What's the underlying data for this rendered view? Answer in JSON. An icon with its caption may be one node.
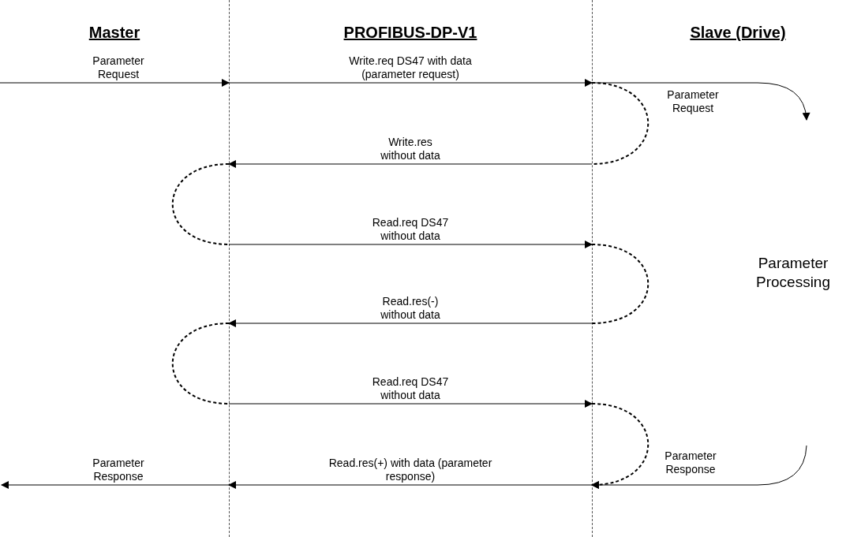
{
  "diagram": {
    "nodes": [
      {
        "text": [],
        "shape": "line"
      },
      {
        "text": [],
        "shape": "line"
      }
    ],
    "edges": [
      {
        "from": null,
        "to": 0,
        "arrow": "to",
        "label": "Parameter Request"
      },
      {
        "from": 0,
        "to": 1,
        "arrow": "to",
        "label": "Write.req DS47 with data (parameter request)"
      },
      {
        "from": 1,
        "to": null,
        "arrow": "to",
        "label": "Parameter Request"
      },
      {
        "from": 1,
        "to": 1,
        "arrow": "none",
        "style": "dashed"
      },
      {
        "from": 1,
        "to": 0,
        "arrow": "to",
        "label": "Write.res without data"
      },
      {
        "from": 0,
        "to": 0,
        "arrow": "none",
        "style": "dashed"
      },
      {
        "from": 0,
        "to": 1,
        "arrow": "to",
        "label": "Read.req DS47 without data"
      },
      {
        "from": 1,
        "to": 1,
        "arrow": "none",
        "style": "dashed"
      },
      {
        "from": 1,
        "to": 0,
        "arrow": "to",
        "label": "Read.res(-) without data"
      },
      {
        "from": 0,
        "to": 0,
        "arrow": "none",
        "style": "dashed"
      },
      {
        "from": 0,
        "to": 1,
        "arrow": "to",
        "label": "Read.req DS47 without data"
      },
      {
        "from": 1,
        "to": 1,
        "arrow": "to",
        "style": "dashed"
      },
      {
        "from": null,
        "to": 1,
        "arrow": "to",
        "label": "Parameter Response"
      },
      {
        "from": 1,
        "to": 0,
        "arrow": "to",
        "label": "Read.res(+) with data (parameter response)"
      },
      {
        "from": 0,
        "to": null,
        "arrow": "to",
        "label": "Parameter Response"
      }
    ],
    "labels": [
      "Master",
      "PROFIBUS-DP-V1",
      "Slave (Drive)",
      "Parameter Processing"
    ]
  }
}
